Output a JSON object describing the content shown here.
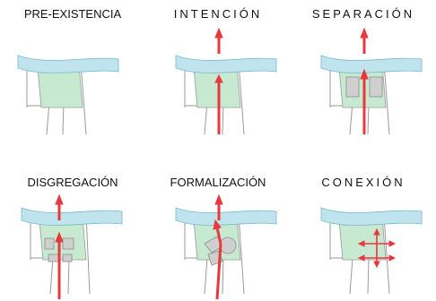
{
  "panels": [
    {
      "id": "pre-existencia",
      "title": "PRE-EXISTENCIA",
      "spaced": false
    },
    {
      "id": "intencion",
      "title": "INTENCIÓN",
      "spaced": true
    },
    {
      "id": "separacion",
      "title": "SEPARACIÓN",
      "spaced": true
    },
    {
      "id": "disgregacion",
      "title": "DISGREGACIÓN",
      "spaced": false
    },
    {
      "id": "formalizacion",
      "title": "FORMALIZACIÓN",
      "spaced": false
    },
    {
      "id": "conexion",
      "title": "CONEXIÓN",
      "spaced": true
    }
  ],
  "colors": {
    "river": "#bfe4ee",
    "river_edge": "#7ab9cc",
    "park": "#c7e9cf",
    "street": "#9a9a9a",
    "arrow": "#e8383d",
    "building": "#cfcfcf",
    "building_edge": "#8e8e8e"
  }
}
